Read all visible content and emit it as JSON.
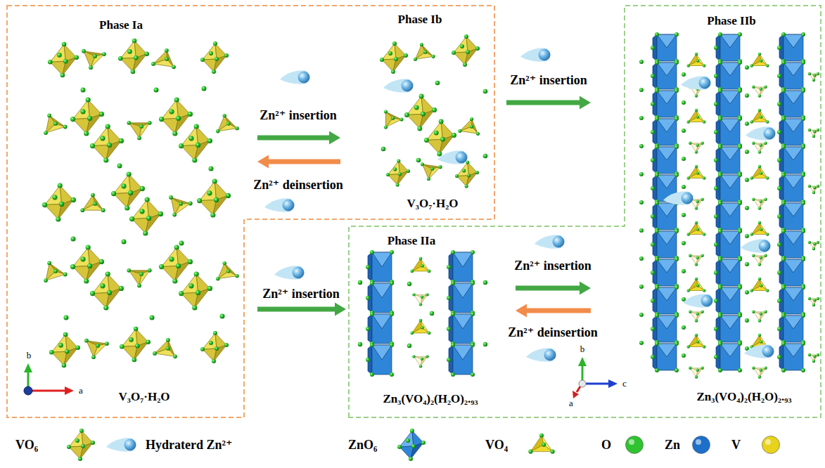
{
  "diagram": {
    "nodes": [
      {
        "text": [
          "Phase Ia",
          "V₃O₇·H₂O"
        ]
      },
      {
        "text": [
          "Phase Ib",
          "V₃O₇·H₂O"
        ]
      },
      {
        "text": [
          "Phase IIb",
          "Zn₃(VO₄)₂(H₂O)₂.₉₃"
        ]
      },
      {
        "text": [
          "Phase IIa",
          "Zn₃(VO₄)₂(H₂O)₂.₉₃"
        ]
      }
    ],
    "edges": [
      {
        "from": 0,
        "to": 1,
        "label": "Zn²⁺ insertion",
        "arrow": "to"
      },
      {
        "from": 1,
        "to": 0,
        "label": "Zn²⁺ deinsertion",
        "arrow": "to"
      },
      {
        "from": 1,
        "to": 2,
        "label": "Zn²⁺ insertion",
        "arrow": "to"
      },
      {
        "from": 0,
        "to": 3,
        "label": "Zn²⁺ insertion",
        "arrow": "to"
      },
      {
        "from": 3,
        "to": 2,
        "label": "Zn²⁺ insertion",
        "arrow": "to"
      },
      {
        "from": 2,
        "to": 3,
        "label": "Zn²⁺ deinsertion",
        "arrow": "to"
      }
    ],
    "labels": [
      "b",
      "a",
      "b",
      "c",
      "a"
    ],
    "legend": [
      {
        "text": "VO₆"
      },
      {
        "text": "Hydraterd Zn²⁺"
      },
      {
        "text": "ZnO₆"
      },
      {
        "text": "VO₄"
      },
      {
        "text": "O",
        "color": "#2fc42f"
      },
      {
        "text": "Zn",
        "color": "#1d6fc9"
      },
      {
        "text": "V",
        "color": "#e8d21c"
      }
    ]
  }
}
